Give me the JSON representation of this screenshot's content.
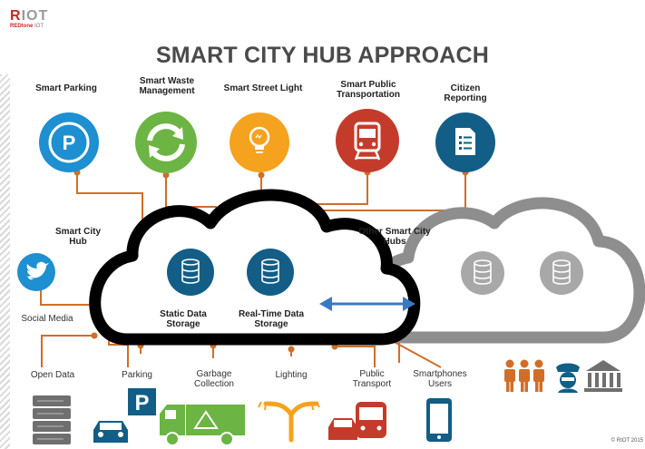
{
  "logo": {
    "brand_main": "RIOT",
    "brand_sub_1": "REDtone",
    "brand_sub_2": "IOT"
  },
  "title": "SMART CITY HUB APPROACH",
  "services": [
    {
      "label": "Smart Parking",
      "icon": "parking-icon",
      "color": "#1e8fd0"
    },
    {
      "label": "Smart Waste Management",
      "icon": "recycle-icon",
      "color": "#6cb443"
    },
    {
      "label": "Smart Street Light",
      "icon": "light-bulb-icon",
      "color": "#f5a21e"
    },
    {
      "label": "Smart Public Transportation",
      "icon": "train-icon",
      "color": "#c43b2b"
    },
    {
      "label": "Citizen Reporting",
      "icon": "document-icon",
      "color": "#125e86"
    }
  ],
  "hub": {
    "label": "Smart City Hub",
    "static": "Static Data Storage",
    "realtime": "Real-Time Data Storage"
  },
  "other_hubs": "Other Smart City Hubs",
  "social": "Social Media",
  "bottom": {
    "open_data": "Open Data",
    "parking": "Parking",
    "garbage": "Garbage Collection",
    "lighting": "Lighting",
    "public_transport": "Public Transport",
    "smartphones": "Smartphones Users"
  },
  "copyright": "© RIOT 2015",
  "colors": {
    "connector": "#d06e28",
    "hub_outline": "#000000",
    "other_hub_outline": "#8e8e8e",
    "db": "#125e86",
    "arrow": "#3b78c4"
  }
}
